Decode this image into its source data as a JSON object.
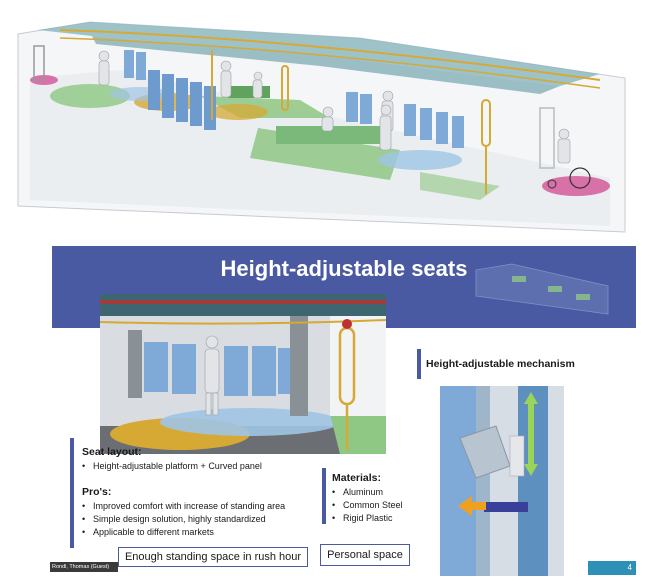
{
  "slide": {
    "title": "Height-adjustable seats",
    "mechanism_label": "Height-adjustable mechanism",
    "seat_layout": {
      "heading": "Seat layout:",
      "items": [
        "Height-adjustable platform + Curved panel"
      ]
    },
    "pros": {
      "heading": "Pro's:",
      "items": [
        "Improved comfort with increase of standing area",
        "Simple design solution, highly standardized",
        "Applicable to different markets"
      ]
    },
    "materials": {
      "heading": "Materials:",
      "items": [
        "Aluminum",
        "Common Steel",
        "Rigid Plastic"
      ]
    },
    "buttons": {
      "standing": "Enough standing space in rush hour",
      "personal": "Personal space"
    },
    "presenter": "Rondl, Thomas (Guest)",
    "page_number": "4"
  },
  "colors": {
    "header": "#4a5aa2",
    "accent": "#2e8fb7",
    "seat_blue": "#7fa9d6",
    "floor_green": "#8fc784",
    "rail_yellow": "#d6a834",
    "floor_pink": "#d35b9a"
  }
}
